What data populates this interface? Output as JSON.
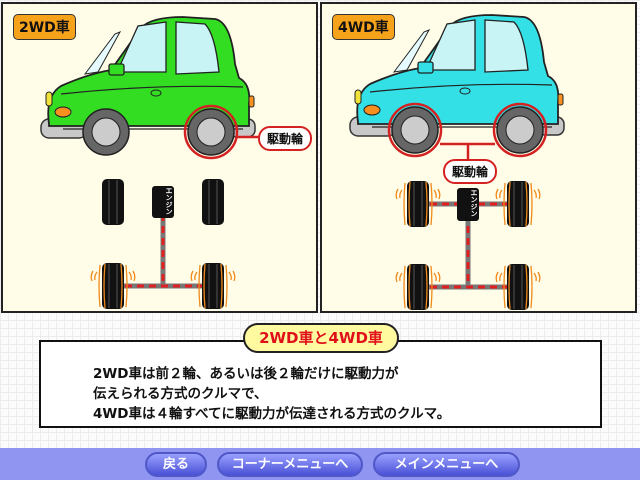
{
  "panels": {
    "two_wd": {
      "tag": "2WD車",
      "drive_label": "駆動輪",
      "engine": "エンジン",
      "car_color": "#33dd22"
    },
    "four_wd": {
      "tag": "4WD車",
      "drive_label": "駆動輪",
      "engine": "エンジン",
      "car_color": "#33e0e6"
    }
  },
  "explanation": {
    "title": "2WD車と4WD車",
    "lines": [
      "2WD車は前２輪、あるいは後２輪だけに駆動力が",
      "伝えられる方式のクルマで、",
      "4WD車は４輪すべてに駆動力が伝達される方式のクルマ。"
    ]
  },
  "nav": {
    "back": "戻る",
    "corner_menu": "コーナーメニューへ",
    "main_menu": "メインメニューへ"
  },
  "colors": {
    "accent_red": "#d42222",
    "tag_orange": "#f7a21b",
    "nav_bar": "#8f95f0"
  }
}
